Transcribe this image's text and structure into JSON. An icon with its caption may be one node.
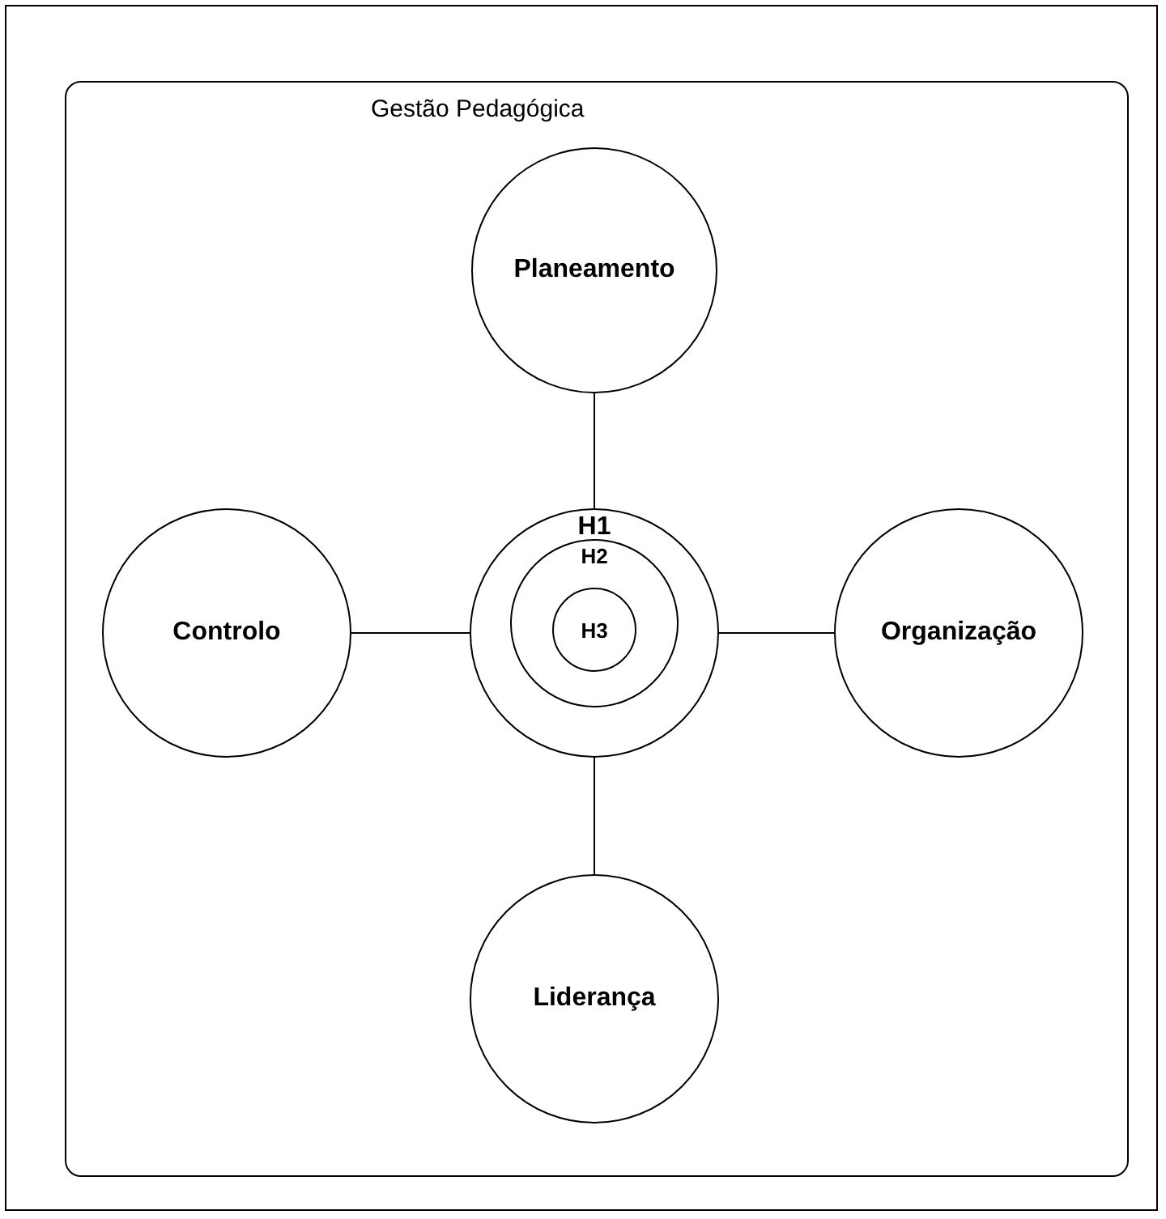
{
  "diagram": {
    "nodes": [
      {
        "text": [
          "Gestão Pedagógica"
        ]
      },
      {
        "text": [
          "Planeamento"
        ],
        "in": 0
      },
      {
        "text": [
          "Controlo"
        ],
        "in": 0
      },
      {
        "text": [
          "H1"
        ],
        "in": 0
      },
      {
        "text": [
          "H2"
        ],
        "in": 3
      },
      {
        "text": [
          "H3"
        ],
        "in": 4
      },
      {
        "text": [
          "Organização"
        ],
        "in": 0
      },
      {
        "text": [
          "Liderança"
        ],
        "in": 0
      }
    ],
    "edges": [
      {
        "from": 1,
        "to": 3,
        "arrow": "none"
      },
      {
        "from": 2,
        "to": 3,
        "arrow": "none"
      },
      {
        "from": 3,
        "to": 6,
        "arrow": "none"
      },
      {
        "from": 3,
        "to": 7,
        "arrow": "none"
      }
    ]
  }
}
